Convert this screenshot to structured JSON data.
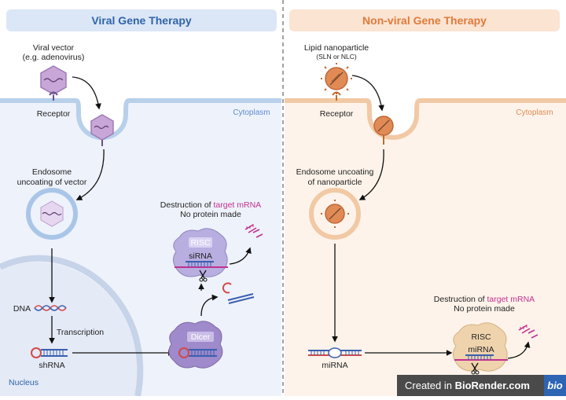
{
  "left": {
    "title": "Viral Gene Therapy",
    "vector_label_1": "Viral vector",
    "vector_label_2": "(e.g. adenovirus)",
    "receptor": "Receptor",
    "cytoplasm": "Cytoplasm",
    "endosome_1": "Endosome",
    "endosome_2": "uncoating of vector",
    "destruction_prefix": "Destruction of ",
    "destruction_target": "target mRNA",
    "no_protein": "No protein made",
    "risc": "RISC",
    "sirna": "siRNA",
    "dna": "DNA",
    "transcription": "Transcription",
    "shrna": "shRNA",
    "dicer": "Dicer",
    "nucleus": "Nucleus"
  },
  "right": {
    "title": "Non-viral Gene Therapy",
    "vector_label_1": "Lipid nanoparticle",
    "vector_label_2": "(SLN or NLC)",
    "receptor": "Receptor",
    "cytoplasm": "Cytoplasm",
    "endosome_1": "Endosome uncoating",
    "endosome_2": "of nanoparticle",
    "destruction_prefix": "Destruction of ",
    "destruction_target": "target mRNA",
    "no_protein": "No protein made",
    "risc": "RISC",
    "mirna_complex": "miRNA",
    "mirna": "miRNA"
  },
  "credit": {
    "prefix": "Created in ",
    "brand": "BioRender.com",
    "logo": "bio"
  },
  "colors": {
    "left_accent": "#2f64a8",
    "left_bg": "#eef2fb",
    "left_header_bg": "#dbe6f7",
    "right_accent": "#e07a3a",
    "right_bg": "#fdf3ea",
    "right_header_bg": "#fbe4d2",
    "target_mrna": "#c2318f",
    "virus": "#c9a6d8",
    "risc_left": "#b9aee0",
    "risc_right": "#efd3ad",
    "dicer": "#9f8acb"
  }
}
